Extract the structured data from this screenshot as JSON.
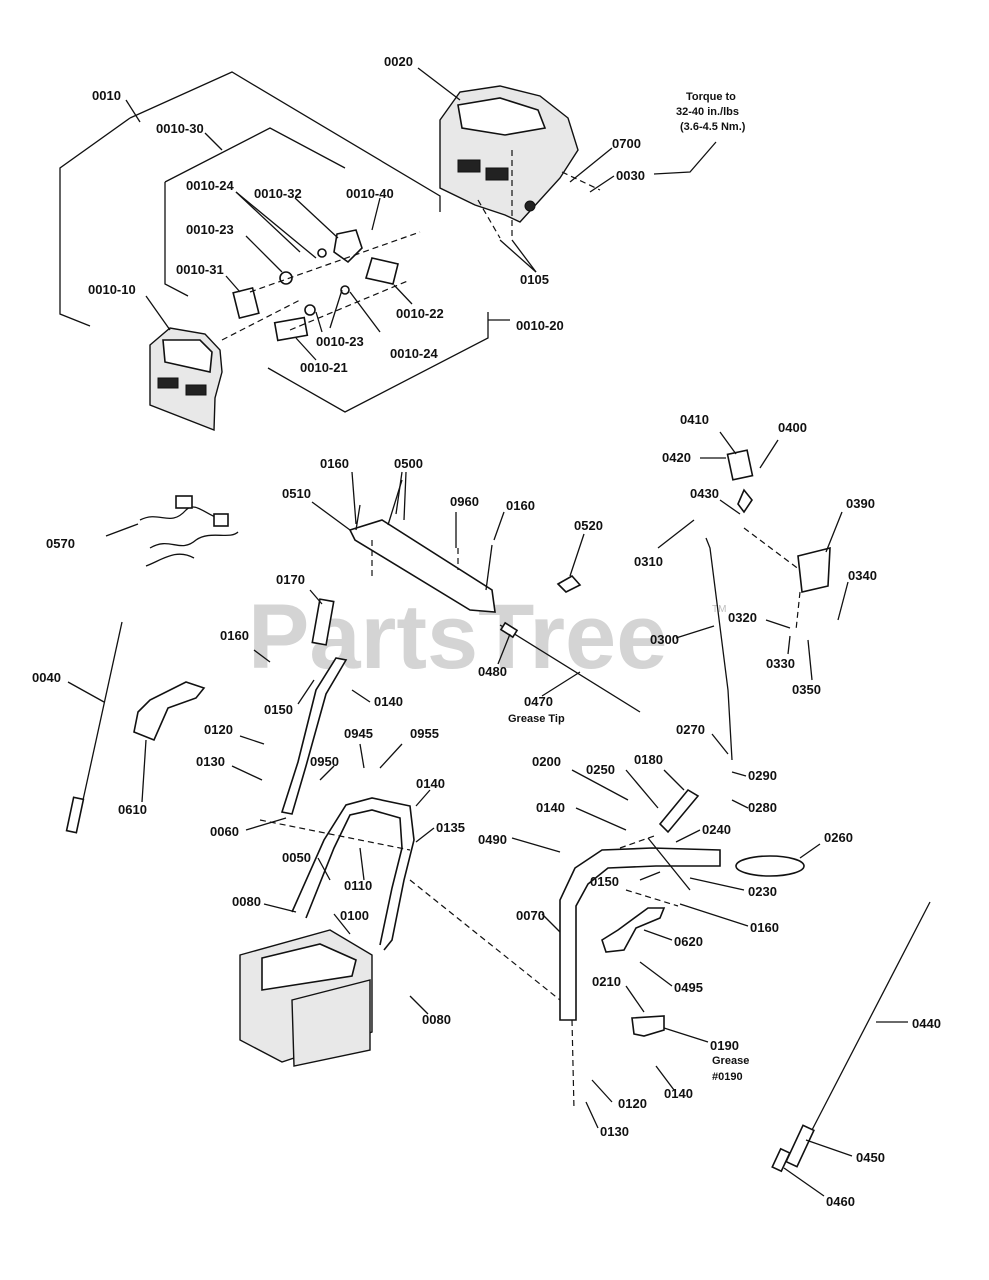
{
  "watermark": {
    "text": "PartsTree",
    "trademark": "TM"
  },
  "notes": {
    "torque": [
      "Torque to",
      "32-40 in./lbs",
      "(3.6-4.5 Nm.)"
    ],
    "grease_tip": "Grease Tip",
    "grease_0190": [
      "Grease",
      "#0190"
    ]
  },
  "labels": {
    "l0010": "0010",
    "l0010_30": "0010-30",
    "l0010_24a": "0010-24",
    "l0010_32": "0010-32",
    "l0010_40": "0010-40",
    "l0010_23a": "0010-23",
    "l0010_31": "0010-31",
    "l0010_10": "0010-10",
    "l0010_22": "0010-22",
    "l0010_20": "0010-20",
    "l0010_23b": "0010-23",
    "l0010_24b": "0010-24",
    "l0010_21": "0010-21",
    "l0020": "0020",
    "l0700": "0700",
    "l0030": "0030",
    "l0105": "0105",
    "l0410": "0410",
    "l0400": "0400",
    "l0420": "0420",
    "l0430": "0430",
    "l0390": "0390",
    "l0160a": "0160",
    "l0500": "0500",
    "l0510": "0510",
    "l0960": "0960",
    "l0160b": "0160",
    "l0520": "0520",
    "l0310": "0310",
    "l0570": "0570",
    "l0340": "0340",
    "l0320": "0320",
    "l0330": "0330",
    "l0350": "0350",
    "l0170": "0170",
    "l0300": "0300",
    "l0160c": "0160",
    "l0480": "0480",
    "l0470": "0470",
    "l0040": "0040",
    "l0150a": "0150",
    "l0140a": "0140",
    "l0270": "0270",
    "l0120a": "0120",
    "l0945": "0945",
    "l0955": "0955",
    "l0610": "0610",
    "l0130a": "0130",
    "l0950": "0950",
    "l0200": "0200",
    "l0250": "0250",
    "l0180": "0180",
    "l0290": "0290",
    "l0140b": "0140",
    "l0280": "0280",
    "l0060": "0060",
    "l0140c": "0140",
    "l0240": "0240",
    "l0135": "0135",
    "l0490": "0490",
    "l0260": "0260",
    "l0050": "0050",
    "l0110": "0110",
    "l0150b": "0150",
    "l0230": "0230",
    "l0080a": "0080",
    "l0100": "0100",
    "l0070": "0070",
    "l0160d": "0160",
    "l0620": "0620",
    "l0495": "0495",
    "l0210": "0210",
    "l0080b": "0080",
    "l0440": "0440",
    "l0190": "0190",
    "l0140d": "0140",
    "l0120b": "0120",
    "l0130b": "0130",
    "l0450": "0450",
    "l0460": "0460"
  }
}
